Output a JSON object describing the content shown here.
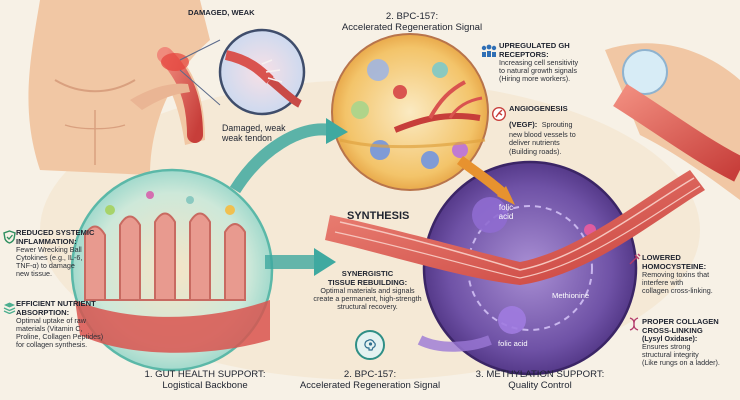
{
  "colors": {
    "background": "#f7f1e6",
    "muscle": "#d9534f",
    "gut_circle": "#8fd3c7",
    "bpc_circle": "#f3c46a",
    "methylation_circle": "#5b3f8f",
    "flow_arrow": "#3fa9a0"
  },
  "top_left": {
    "damaged_label": "DAMAGED, WEAK",
    "tendon_caption_line1": "Damaged, weak",
    "tendon_caption_line2": "weak tendon"
  },
  "bpc_top": {
    "title_line1": "2. BPC-157:",
    "title_line2": "Accelerated Regeneration Signal"
  },
  "gh": {
    "icon": "people-network-icon",
    "title_line1": "UPREGULATED GH",
    "title_line2": "RECEPTORS:",
    "body": [
      "Increasing cell sensitivity",
      "to natural growth signals",
      "(Hiring more workers)."
    ]
  },
  "angio": {
    "icon": "blood-vessel-icon",
    "title_line1": "ANGIOGENESIS",
    "title_line2": "(VEGF):",
    "body": [
      "Sprouting",
      "new blood vessels to",
      "deliver nutrients",
      "(Building roads)."
    ]
  },
  "synthesis_label": "SYNTHESIS",
  "inflammation": {
    "icon": "shield-icon",
    "title_line1": "REDUCED SYSTEMIC",
    "title_line2": "INFLAMMATION:",
    "body": [
      "Fewer Wrecking Ball",
      "Cytokines (e.g., IL-6,",
      "TNF-α) to damage",
      "new tissue."
    ]
  },
  "absorption": {
    "icon": "layers-icon",
    "title_line1": "EFFICIENT NUTRIENT",
    "title_line2": "ABSORPTION:",
    "body": [
      "Optimal uptake of raw",
      "materials (Vitamin C,",
      "Proline, Collagen Peptides)",
      "for collagen synthesis."
    ]
  },
  "synergy": {
    "title_line1": "SYNERGISTIC",
    "title_line2": "TISSUE REBUILDING:",
    "body": [
      "Optimal materials and signals",
      "create a permanent, high-strength",
      "structural recovery."
    ],
    "icon": "brain-gear-icon"
  },
  "methylation_labels": {
    "folic_acid_top": "folic\nacid",
    "methionine": "Methionine",
    "folic_acid_bottom": "folic acid"
  },
  "homocysteine": {
    "icon": "syringe-icon",
    "title_line1": "LOWERED",
    "title_line2": "HOMOCYSTEINE:",
    "body": [
      "Removing toxins that",
      "interfere with",
      "collagen cross-linking."
    ]
  },
  "crosslink": {
    "icon": "dna-icon",
    "title_line1": "PROPER COLLAGEN",
    "title_line2": "CROSS-LINKING",
    "title_line3": "(Lysyl Oxidase):",
    "body": [
      "Ensures strong",
      "structural integrity",
      "(Like rungs on a ladder)."
    ]
  },
  "bottom_titles": {
    "gut_line1": "1. GUT HEALTH SUPPORT:",
    "gut_line2": "Logistical Backbone",
    "bpc_line1": "2. BPC-157:",
    "bpc_line2": "Accelerated Regeneration Signal",
    "meth_line1": "3. METHYLATION SUPPORT:",
    "meth_line2": "Quality Control"
  }
}
